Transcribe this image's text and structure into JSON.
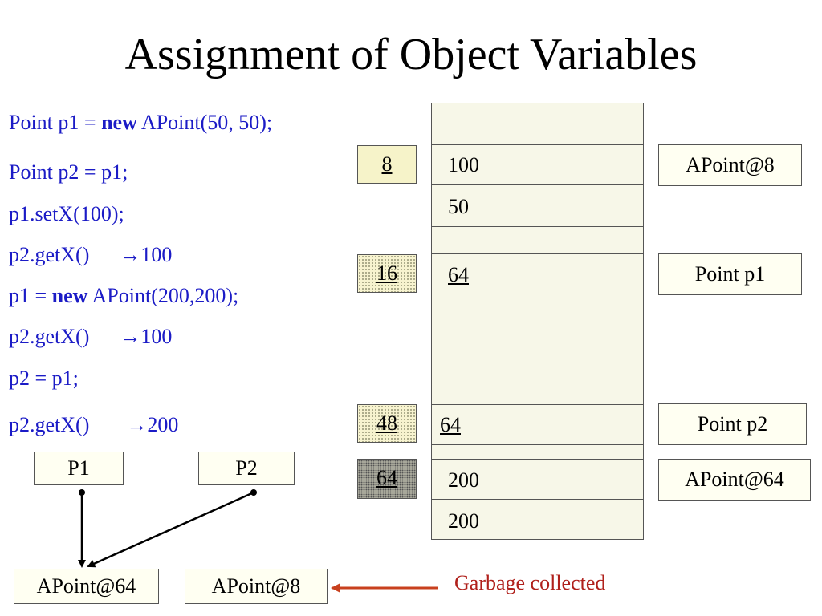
{
  "title": "Assignment of Object Variables",
  "code": [
    {
      "pre": "Point p1 = ",
      "kw": "new",
      "post": " APoint(50, 50);"
    },
    {
      "text": "Point p2 = p1;"
    },
    {
      "text": "p1.setX(100);"
    },
    {
      "text": "p2.getX()",
      "result": "→100"
    },
    {
      "pre": "p1 = ",
      "kw": "new",
      "post": " APoint(200,200);"
    },
    {
      "text": "p2.getX()",
      "result": "→100"
    },
    {
      "text": "p2 = p1;"
    },
    {
      "text": "p2.getX()",
      "result": "→200"
    }
  ],
  "memory": {
    "cells": [
      "100",
      "50",
      "64",
      "64",
      "200",
      "200"
    ],
    "addresses": [
      "8",
      "16",
      "48",
      "64"
    ],
    "labels": [
      "APoint@8",
      "Point p1",
      "Point p2",
      "APoint@64"
    ]
  },
  "variables": [
    "P1",
    "P2"
  ],
  "objects": [
    "APoint@64",
    "APoint@8"
  ],
  "garbage_label": "Garbage collected",
  "colors": {
    "code": "#1b1bc6",
    "garbage": "#b0201b",
    "memory_bg": "#f7f7e8"
  }
}
